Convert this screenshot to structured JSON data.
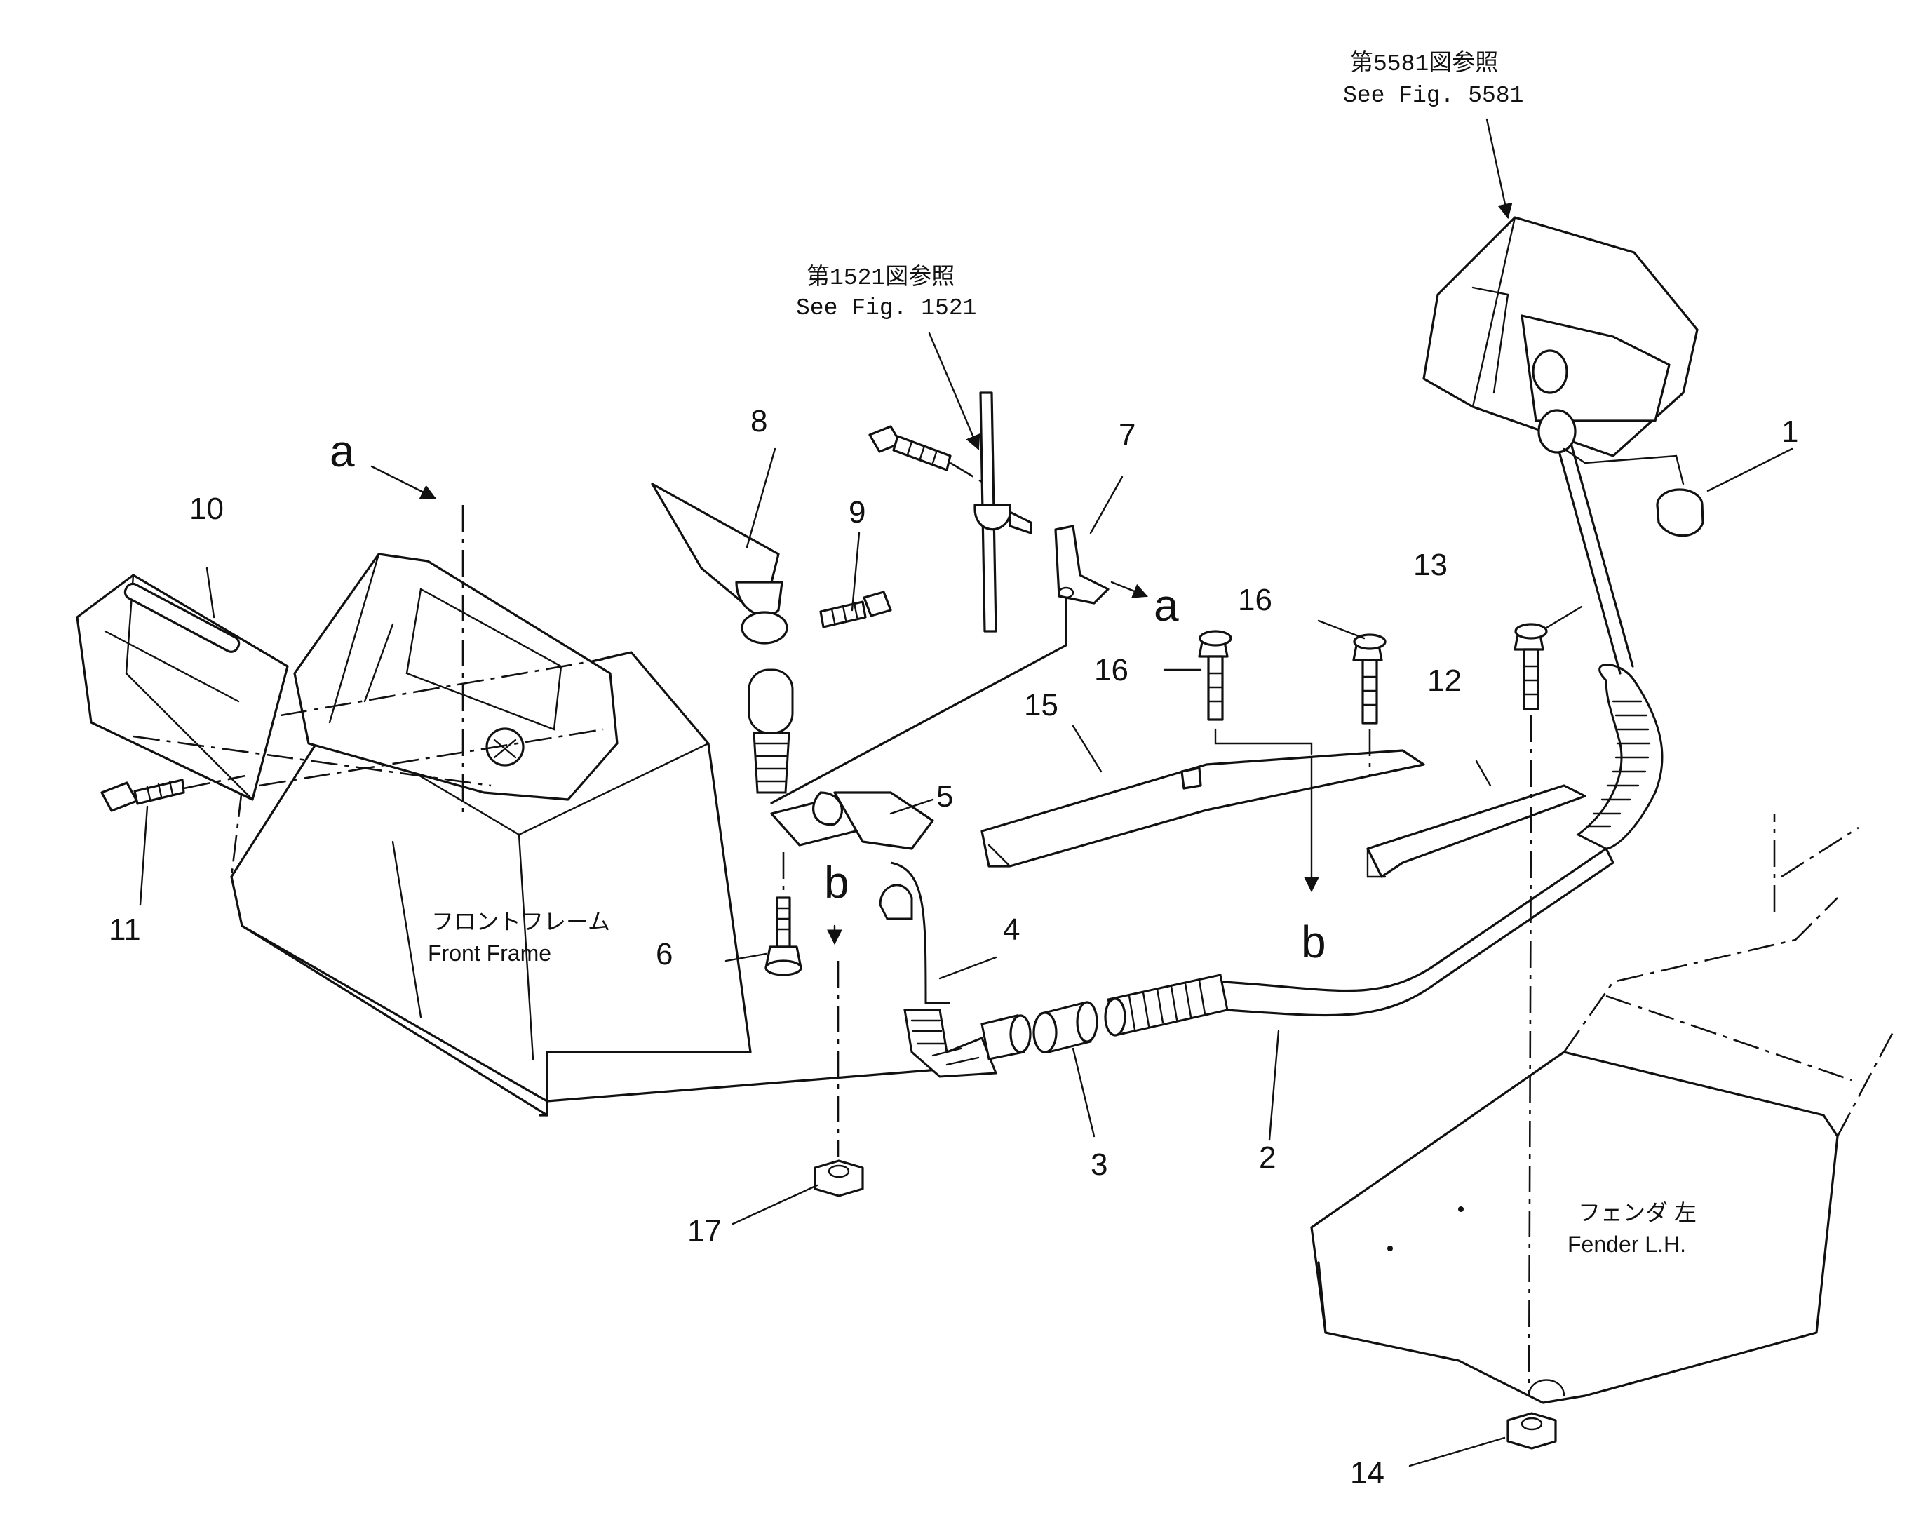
{
  "references": {
    "fig5581_jp": "第5581図参照",
    "fig5581_en": "See Fig. 5581",
    "fig1521_jp": "第1521図参照",
    "fig1521_en": "See Fig. 1521"
  },
  "labels": {
    "front_frame_jp": "フロントフレーム",
    "front_frame_en": "Front Frame",
    "fender_jp": "フェンダ 左",
    "fender_en": "Fender L.H."
  },
  "view_markers": {
    "a": "a",
    "b": "b"
  },
  "callouts": [
    "1",
    "2",
    "3",
    "4",
    "5",
    "6",
    "7",
    "8",
    "9",
    "10",
    "11",
    "12",
    "13",
    "14",
    "15",
    "16",
    "16",
    "17"
  ]
}
